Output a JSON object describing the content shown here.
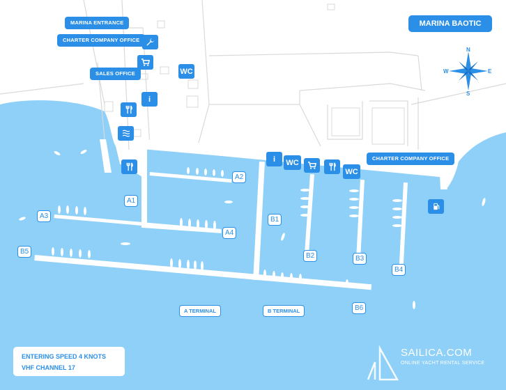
{
  "title": "MARINA BAOTIC",
  "compass": {
    "n": "N",
    "e": "E",
    "s": "S",
    "w": "W"
  },
  "labels": {
    "marina_entrance": "MARINA ENTRANCE",
    "charter_office_1": "CHARTER COMPANY OFFICE",
    "sales_office": "SALES OFFICE",
    "charter_office_2": "CHARTER COMPANY OFFICE"
  },
  "icons": {
    "wc_text": "WC",
    "info_text": "i"
  },
  "piers": [
    "A1",
    "A2",
    "A3",
    "A4",
    "B1",
    "B2",
    "B3",
    "B4",
    "B5",
    "B6"
  ],
  "terminals": {
    "a": "A TERMINAL",
    "b": "B TERMINAL"
  },
  "info": {
    "line1": "ENTERING SPEED 4 KNOTS",
    "line2": "VHF CHANNEL 17"
  },
  "brand": {
    "name": "SAILICA.COM",
    "tagline": "ONLINE YACHT RENTAL SERVICE"
  },
  "colors": {
    "water": "#8fd0f8",
    "accent": "#2b8fe8",
    "land": "#ffffff",
    "road": "#d8d8d8"
  }
}
